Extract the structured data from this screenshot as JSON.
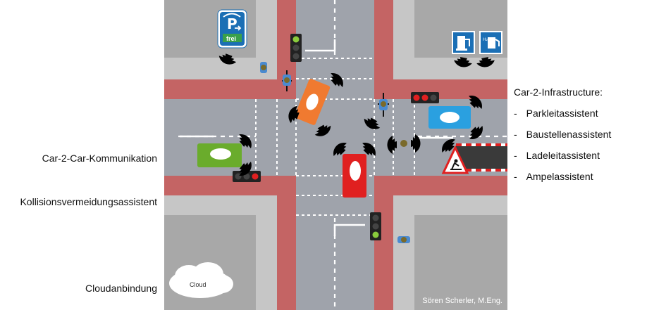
{
  "labels": {
    "car2car": "Car-2-Car-Kommunikation",
    "collision": "Kollisionsvermeidungsassistent",
    "cloud_link": "Cloudanbindung",
    "infra_title": "Car-2-Infrastructure:",
    "infra_items": [
      "Parkleitassistent",
      "Baustellenassistent",
      "Ladeleitassistent",
      "Ampelassistent"
    ],
    "bullet": "-"
  },
  "scene": {
    "parking_letter": "P",
    "parking_status": "frei",
    "cloud_text": "Cloud",
    "credit": "Sören Scherler, M.Eng."
  },
  "colors": {
    "road": "#9fa3ab",
    "bike_lane": "#c46464",
    "sidewalk": "#c6c6c6",
    "block": "#a8a8a8",
    "car_orange": "#f07a30",
    "car_blue": "#2aa0e0",
    "car_green": "#6aac2c",
    "car_red": "#e02020",
    "sign_blue": "#1b6fb5"
  }
}
